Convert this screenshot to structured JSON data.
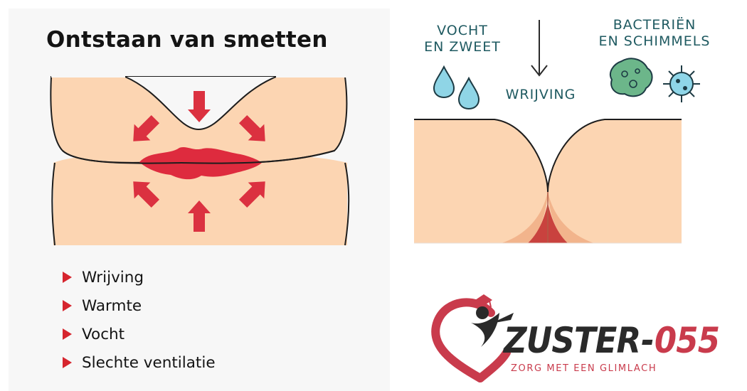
{
  "left": {
    "title": "Ontstaan van smetten",
    "factors": [
      "Wrijving",
      "Warmte",
      "Vocht",
      "Slechte ventilatie"
    ]
  },
  "right": {
    "moisture_label": [
      "VOCHT",
      "EN ZWEET"
    ],
    "friction_label": "WRIJVING",
    "microbes_label": [
      "BACTERIËN",
      "EN SCHIMMELS"
    ]
  },
  "logo": {
    "word": "ZUSTER",
    "separator": "-",
    "number": "055",
    "tagline": "ZORG MET EEN GLIMLACH"
  },
  "colors": {
    "skin": "#fcd5b2",
    "skin_shadow": "#f2b48c",
    "inflammation": "#de2b3e",
    "arrow": "#db3140",
    "water": "#8fd5e6",
    "bacteria": "#6cb68a",
    "fungus": "#8fd6e8",
    "label_teal": "#1f5a61",
    "brand_red": "#c93b4c"
  }
}
